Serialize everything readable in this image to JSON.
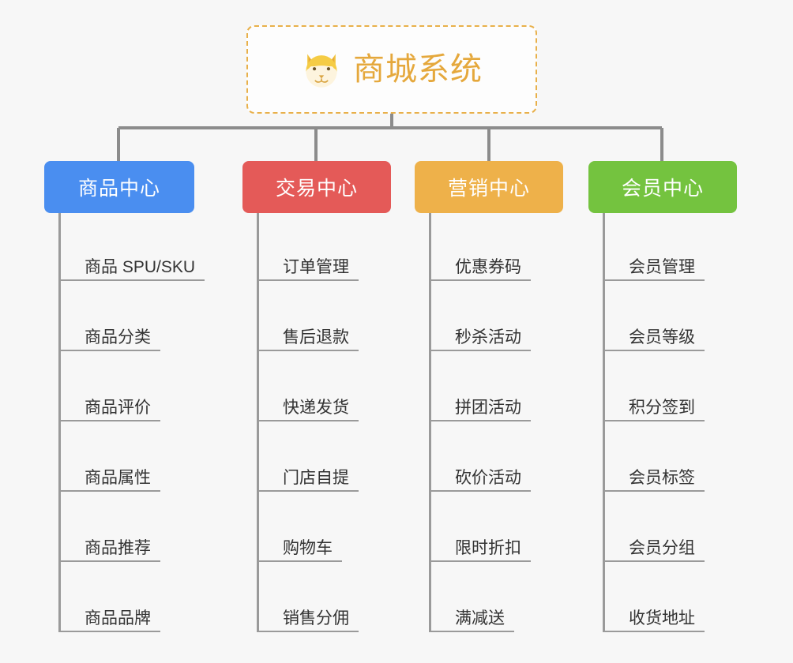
{
  "root": {
    "title": "商城系统",
    "icon": "shiba-dog-icon",
    "border_color": "#e8b04a",
    "title_color": "#e5a83c"
  },
  "connector_color": "#8c8c8c",
  "leaf_line_color": "#9a9a9a",
  "columns": [
    {
      "label": "商品中心",
      "color": "#4a8ef0",
      "items": [
        "商品 SPU/SKU",
        "商品分类",
        "商品评价",
        "商品属性",
        "商品推荐",
        "商品品牌"
      ]
    },
    {
      "label": "交易中心",
      "color": "#e45a58",
      "items": [
        "订单管理",
        "售后退款",
        "快递发货",
        "门店自提",
        "购物车",
        "销售分佣"
      ]
    },
    {
      "label": "营销中心",
      "color": "#eeb14a",
      "items": [
        "优惠券码",
        "秒杀活动",
        "拼团活动",
        "砍价活动",
        "限时折扣",
        "满减送"
      ]
    },
    {
      "label": "会员中心",
      "color": "#74c33f",
      "items": [
        "会员管理",
        "会员等级",
        "积分签到",
        "会员标签",
        "会员分组",
        "收货地址"
      ]
    }
  ]
}
